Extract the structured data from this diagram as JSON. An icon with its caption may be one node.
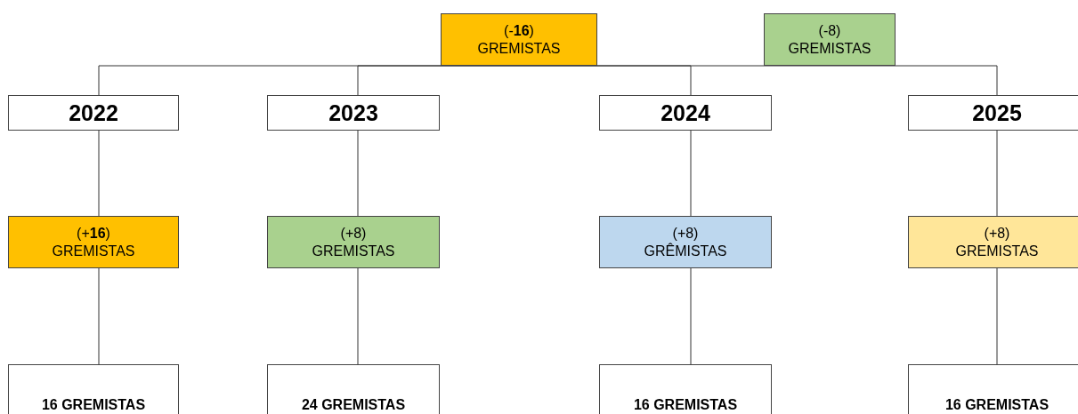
{
  "diagram": {
    "nodes": [
      {
        "text": [
          "(-**16**)",
          "GREMISTAS"
        ]
      },
      {
        "text": [
          "(-8)",
          "GREMISTAS"
        ]
      },
      {
        "text": [
          "2022"
        ]
      },
      {
        "text": [
          "2023"
        ]
      },
      {
        "text": [
          "2024"
        ]
      },
      {
        "text": [
          "2025"
        ]
      },
      {
        "text": [
          "(+**16**)",
          "GREMISTAS"
        ]
      },
      {
        "text": [
          "(+8)",
          "GREMISTAS"
        ]
      },
      {
        "text": [
          "(+8)",
          "GRÊMISTAS"
        ]
      },
      {
        "text": [
          "(+8)",
          "GREMISTAS"
        ]
      },
      {
        "text": [
          "16 GREMISTAS"
        ]
      },
      {
        "text": [
          "24 GREMISTAS"
        ]
      },
      {
        "text": [
          "16 GREMISTAS"
        ]
      },
      {
        "text": [
          "16 GREMISTAS"
        ]
      }
    ],
    "edges": [
      {
        "from": 0,
        "to": 2,
        "arrow": "none"
      },
      {
        "from": 0,
        "to": 3,
        "arrow": "none"
      },
      {
        "from": 0,
        "to": 4,
        "arrow": "none"
      },
      {
        "from": 0,
        "to": 5,
        "arrow": "none"
      },
      {
        "from": 2,
        "to": 6,
        "arrow": "none"
      },
      {
        "from": 3,
        "to": 7,
        "arrow": "none"
      },
      {
        "from": 4,
        "to": 8,
        "arrow": "none"
      },
      {
        "from": 5,
        "to": 9,
        "arrow": "none"
      },
      {
        "from": 6,
        "to": 10,
        "arrow": "none"
      },
      {
        "from": 7,
        "to": 11,
        "arrow": "none"
      },
      {
        "from": 8,
        "to": 12,
        "arrow": "none"
      },
      {
        "from": 9,
        "to": 13,
        "arrow": "none"
      }
    ]
  }
}
